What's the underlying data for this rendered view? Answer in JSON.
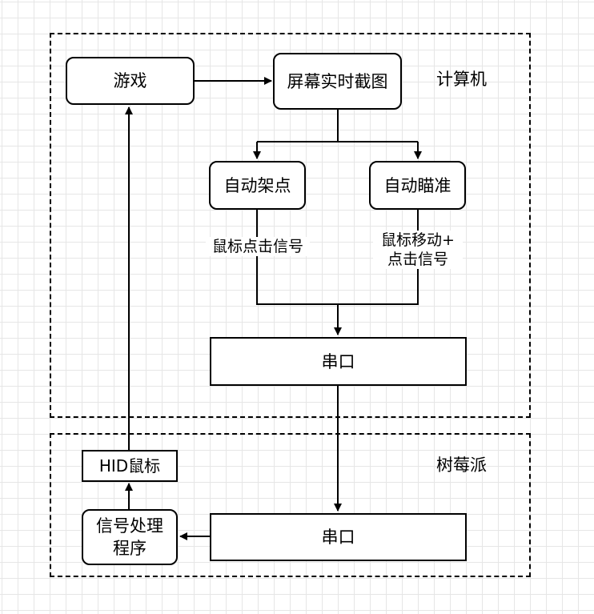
{
  "groups": {
    "computer": "计算机",
    "raspberry_pi": "树莓派"
  },
  "nodes": {
    "game": "游戏",
    "screen_capture": "屏幕实时截图",
    "auto_hold": "自动架点",
    "auto_aim": "自动瞄准",
    "serial_pc": "串口",
    "serial_pi": "串口",
    "hid_mouse": "HID鼠标",
    "signal_processing": [
      "信号处理",
      "程序"
    ]
  },
  "edge_labels": {
    "click_signal": "鼠标点击信号",
    "move_click_signal": [
      "鼠标移动+",
      "点击信号"
    ]
  }
}
